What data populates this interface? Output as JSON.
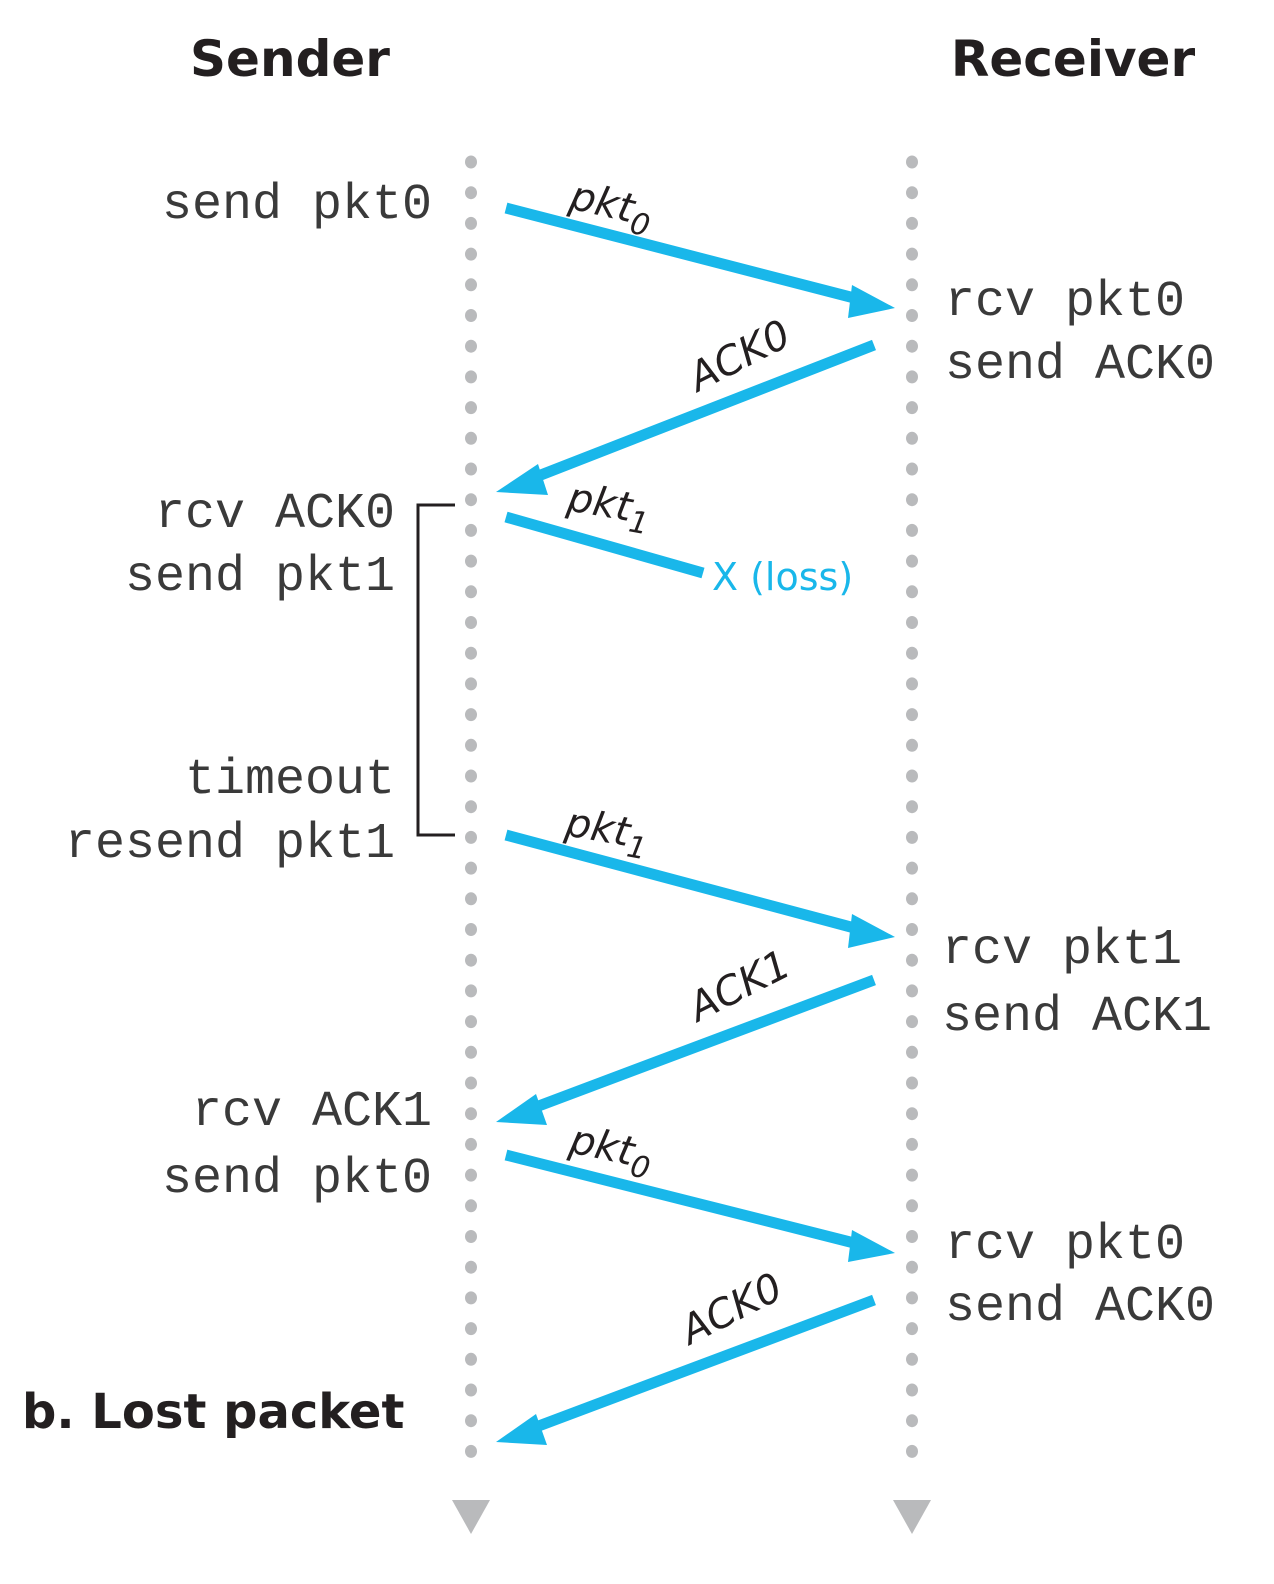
{
  "headers": {
    "sender": "Sender",
    "receiver": "Receiver"
  },
  "caption": "b. Lost packet",
  "sender_events": [
    {
      "lines": [
        "send pkt0"
      ]
    },
    {
      "lines": [
        "rcv ACK0",
        "send pkt1"
      ]
    },
    {
      "lines": [
        "timeout",
        "resend pkt1"
      ]
    },
    {
      "lines": [
        "rcv ACK1",
        "send pkt0"
      ]
    }
  ],
  "receiver_events": [
    {
      "lines": [
        "rcv pkt0",
        "send ACK0"
      ]
    },
    {
      "lines": [
        "rcv pkt1",
        "send ACK1"
      ]
    },
    {
      "lines": [
        "rcv pkt0",
        "send ACK0"
      ]
    }
  ],
  "messages": [
    {
      "label": "pkt",
      "sub": "0",
      "direction": "sender-to-receiver",
      "lost": false
    },
    {
      "label": "ACK0",
      "sub": "",
      "direction": "receiver-to-sender",
      "lost": false
    },
    {
      "label": "pkt",
      "sub": "1",
      "direction": "sender-to-receiver",
      "lost": true
    },
    {
      "label": "pkt",
      "sub": "1",
      "direction": "sender-to-receiver",
      "lost": false
    },
    {
      "label": "ACK1",
      "sub": "",
      "direction": "receiver-to-sender",
      "lost": false
    },
    {
      "label": "pkt",
      "sub": "0",
      "direction": "sender-to-receiver",
      "lost": false
    },
    {
      "label": "ACK0",
      "sub": "",
      "direction": "receiver-to-sender",
      "lost": false
    }
  ],
  "loss_label": "X (loss)",
  "timeout_bracket": "timeout interval",
  "colors": {
    "message": "#19b7ea",
    "timeline": "#b9babc",
    "text": "#231f20"
  }
}
